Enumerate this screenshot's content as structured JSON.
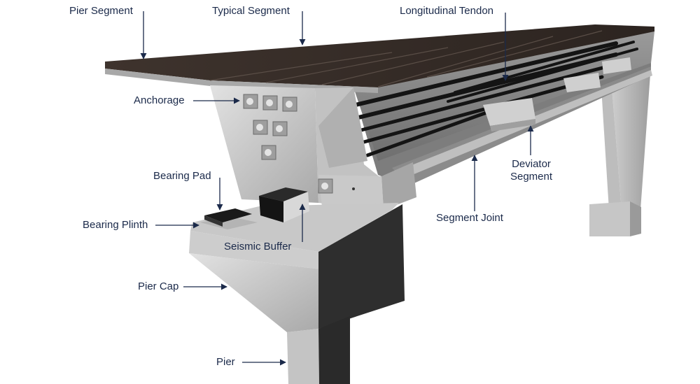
{
  "diagram": {
    "labels": {
      "pier_segment": "Pier Segment",
      "typical_segment": "Typical Segment",
      "longitudinal_tendon": "Longitudinal Tendon",
      "anchorage": "Anchorage",
      "bearing_pad": "Bearing Pad",
      "bearing_plinth": "Bearing Plinth",
      "seismic_buffer": "Seismic Buffer",
      "deviator_segment_line1": "Deviator",
      "deviator_segment_line2": "Segment",
      "segment_joint": "Segment Joint",
      "pier_cap": "Pier Cap",
      "pier": "Pier"
    },
    "colors": {
      "text": "#1b2a4a",
      "leader": "#1b2a4a",
      "deck_asphalt": "#3a2f2a",
      "concrete_light": "#d4d4d4",
      "concrete_mid": "#b9b9b9",
      "concrete_dark": "#8e8e8e",
      "dark_face": "#2b2b2b",
      "tendon": "#141414",
      "bearing_block": "#1a1a1a"
    }
  }
}
